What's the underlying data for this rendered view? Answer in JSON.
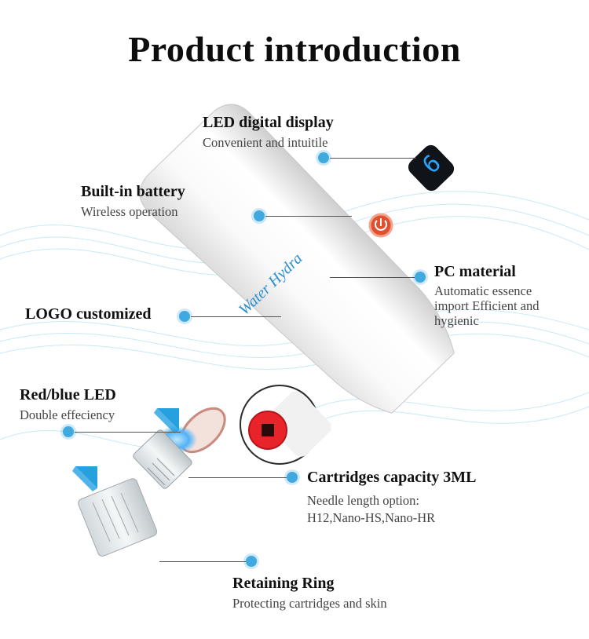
{
  "title": "Product introduction",
  "callouts": {
    "led_display": {
      "label": "LED digital display",
      "desc": "Convenient and intuitile"
    },
    "battery": {
      "label": "Built-in battery",
      "desc": "Wireless operation"
    },
    "pc_material": {
      "label": "PC material",
      "desc_lines": [
        "Automatic essence",
        "import Efficient and",
        "hygienic"
      ]
    },
    "logo": {
      "label": "LOGO customized"
    },
    "led_light": {
      "label": "Red/blue LED",
      "desc": "Double effeciency"
    },
    "cartridges": {
      "label": "Cartridges capacity 3ML",
      "desc_lines": [
        "Needle length option:",
        "H12,Nano-HS,Nano-HR"
      ]
    },
    "retaining_ring": {
      "label": "Retaining Ring",
      "desc": "Protecting cartridges and skin"
    }
  },
  "device": {
    "brand_text": "Water Hydra",
    "display_value": "6"
  },
  "colors": {
    "accent": "#3fa9e0",
    "power_button": "#e0502e",
    "display_digits": "#2aa4ff",
    "led_red": "#e8242a"
  }
}
